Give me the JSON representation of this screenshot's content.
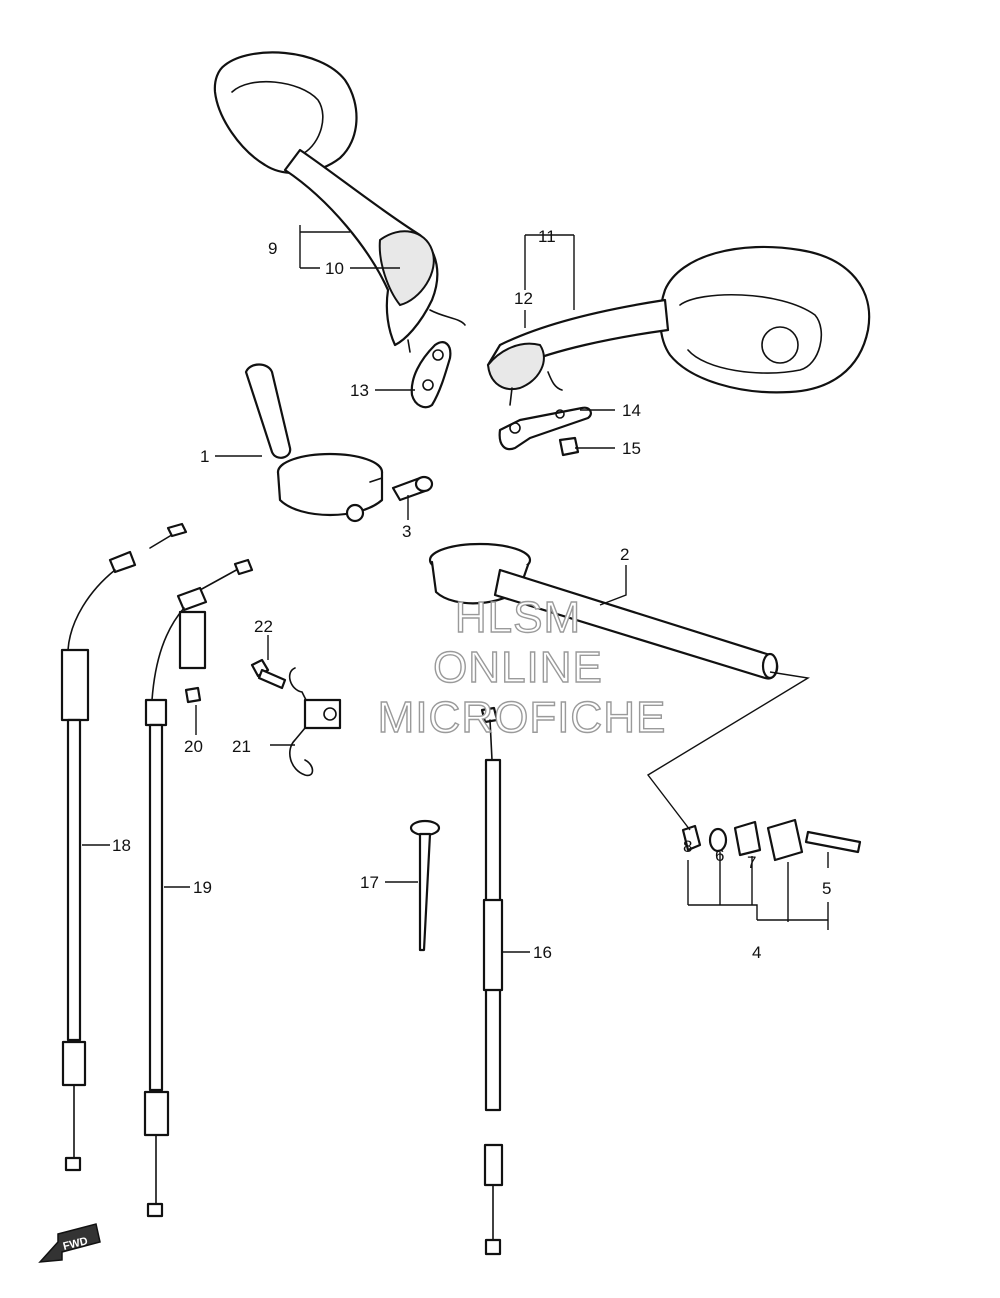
{
  "callouts": {
    "p1": "1",
    "p2": "2",
    "p3": "3",
    "p4": "4",
    "p5": "5",
    "p6": "6",
    "p7": "7",
    "p8": "8",
    "p9": "9",
    "p10": "10",
    "p11": "11",
    "p12": "12",
    "p13": "13",
    "p14": "14",
    "p15": "15",
    "p16": "16",
    "p17": "17",
    "p18": "18",
    "p19": "19",
    "p20": "20",
    "p21": "21",
    "p22": "22"
  },
  "watermark": {
    "line1": "HLSM",
    "line2": "ONLINE",
    "line3": "MICROFICHE"
  },
  "direction_badge": "FWD"
}
